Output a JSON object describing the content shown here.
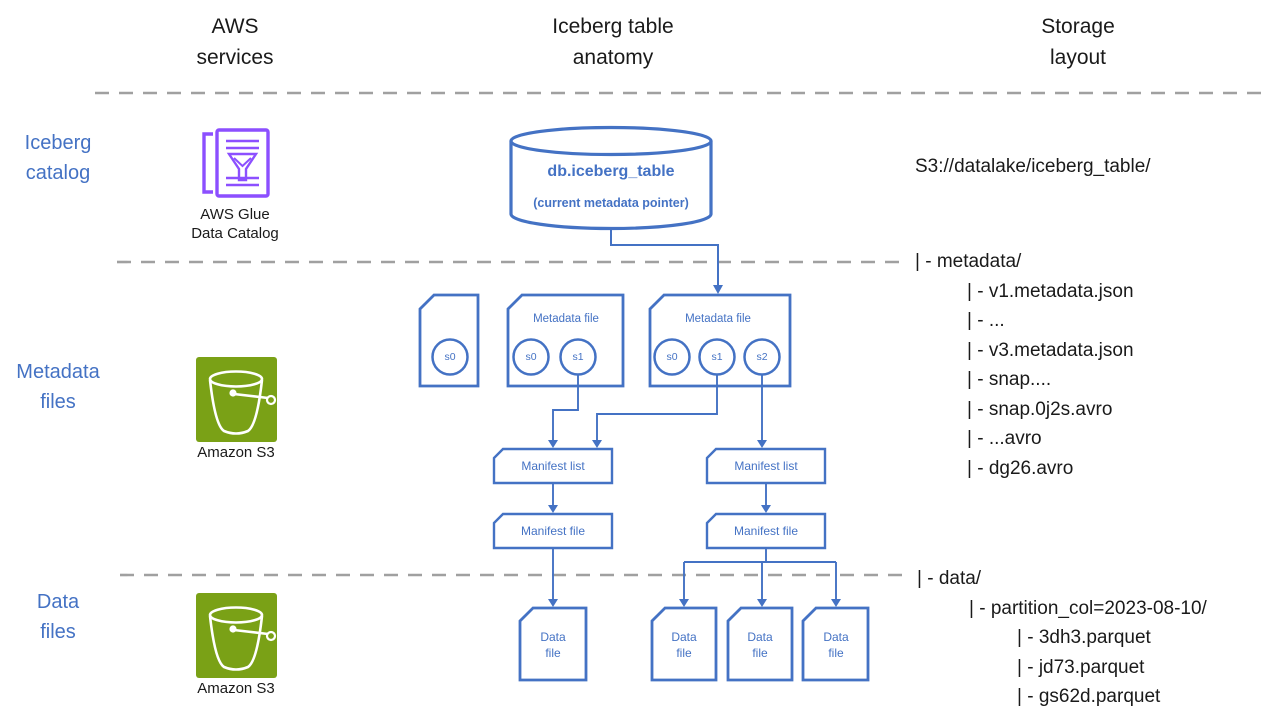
{
  "colors": {
    "accent_blue": "#4472C4",
    "dashed_gray": "#A0A0A0",
    "s3_green": "#7AA116",
    "glue_purple": "#8C4FFF",
    "text_black": "#1A1A1A"
  },
  "headers": {
    "aws_services": "AWS\nservices",
    "iceberg_anatomy": "Iceberg table\nanatomy",
    "storage_layout": "Storage\nlayout"
  },
  "rows": {
    "catalog": "Iceberg\ncatalog",
    "metadata": "Metadata\nfiles",
    "data": "Data\nfiles"
  },
  "aws": {
    "glue_caption": "AWS Glue\nData Catalog",
    "s3_caption_metadata": "Amazon S3",
    "s3_caption_data": "Amazon S3"
  },
  "catalog": {
    "db_name": "db.iceberg_table",
    "db_subtitle": "(current metadata pointer)"
  },
  "metadata_files": {
    "box2_label": "Metadata file",
    "box3_label": "Metadata file",
    "box1_snapshots": [
      "s0"
    ],
    "box2_snapshots": [
      "s0",
      "s1"
    ],
    "box3_snapshots": [
      "s0",
      "s1",
      "s2"
    ]
  },
  "manifests": {
    "list_label": "Manifest list",
    "file_label": "Manifest file"
  },
  "data_files": {
    "label": "Data\nfile"
  },
  "storage": {
    "root": "S3://datalake/iceberg_table/",
    "metadata_tree": [
      {
        "text": "| - metadata/",
        "indent": 0
      },
      {
        "text": "| - v1.metadata.json",
        "indent": 1
      },
      {
        "text": "| - ...",
        "indent": 1
      },
      {
        "text": "| - v3.metadata.json",
        "indent": 1
      },
      {
        "text": "| - snap....",
        "indent": 1
      },
      {
        "text": "| - snap.0j2s.avro",
        "indent": 1
      },
      {
        "text": "| - ...avro",
        "indent": 1
      },
      {
        "text": "| - dg26.avro",
        "indent": 1
      }
    ],
    "data_tree": [
      {
        "text": "| - data/",
        "indent": 0
      },
      {
        "text": "| - partition_col=2023-08-10/",
        "indent": 1
      },
      {
        "text": "| - 3dh3.parquet",
        "indent": 2
      },
      {
        "text": "| - jd73.parquet",
        "indent": 2
      },
      {
        "text": "| - gs62d.parquet",
        "indent": 2
      }
    ]
  }
}
